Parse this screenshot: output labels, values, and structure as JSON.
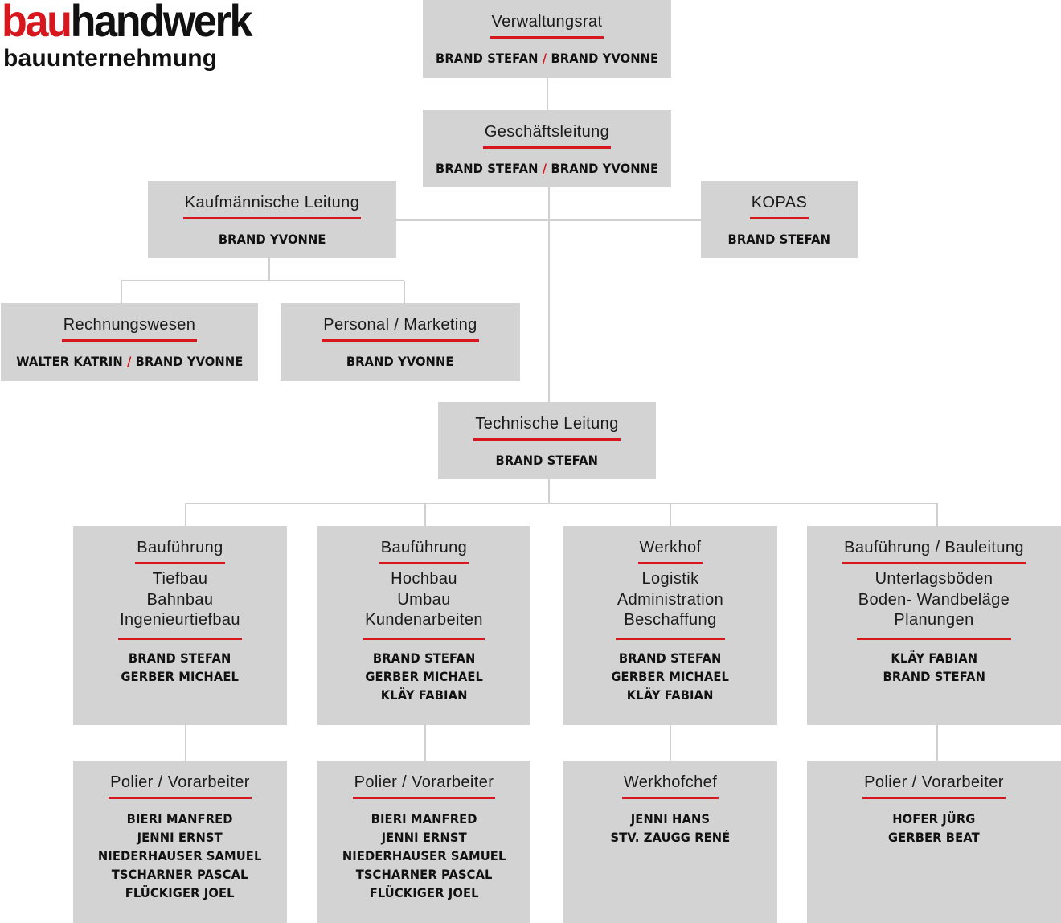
{
  "logo": {
    "top_red": "bau",
    "top_black": "handwerk",
    "bottom": "bauunternehmung"
  },
  "brand_colors": {
    "accent": "#d7161d",
    "box": "#d3d3d3",
    "line": "#d0d0d0"
  },
  "boxes": [
    {
      "id": "verwaltungsrat",
      "title": "Verwaltungsrat",
      "sub": [],
      "names": [
        [
          "BRAND STEFAN",
          "BRAND YVONNE"
        ]
      ]
    },
    {
      "id": "geschaeftsleitung",
      "title": "Geschäftsleitung",
      "sub": [],
      "names": [
        [
          "BRAND STEFAN",
          "BRAND YVONNE"
        ]
      ]
    },
    {
      "id": "kaufmaennische-leitung",
      "title": "Kaufmännische Leitung",
      "sub": [],
      "names": [
        [
          "BRAND YVONNE"
        ]
      ]
    },
    {
      "id": "kopas",
      "title": "KOPAS",
      "sub": [],
      "names": [
        [
          "BRAND STEFAN"
        ]
      ]
    },
    {
      "id": "rechnungswesen",
      "title": "Rechnungswesen",
      "sub": [],
      "names": [
        [
          "WALTER KATRIN",
          "BRAND YVONNE"
        ]
      ]
    },
    {
      "id": "personal-marketing",
      "title": "Personal / Marketing",
      "sub": [],
      "names": [
        [
          "BRAND YVONNE"
        ]
      ]
    },
    {
      "id": "technische-leitung",
      "title": "Technische Leitung",
      "sub": [],
      "names": [
        [
          "BRAND STEFAN"
        ]
      ]
    },
    {
      "id": "baufuehrung-tiefbau",
      "title": "Bauführung",
      "sub": [
        "Tiefbau",
        "Bahnbau",
        "Ingenieurtiefbau"
      ],
      "names": [
        [
          "BRAND STEFAN"
        ],
        [
          "GERBER MICHAEL"
        ]
      ]
    },
    {
      "id": "baufuehrung-hochbau",
      "title": "Bauführung",
      "sub": [
        "Hochbau",
        "Umbau",
        "Kundenarbeiten"
      ],
      "names": [
        [
          "BRAND STEFAN"
        ],
        [
          "GERBER MICHAEL"
        ],
        [
          "KLÄY FABIAN"
        ]
      ]
    },
    {
      "id": "werkhof",
      "title": "Werkhof",
      "sub": [
        "Logistik",
        "Administration",
        "Beschaffung"
      ],
      "names": [
        [
          "BRAND STEFAN"
        ],
        [
          "GERBER MICHAEL"
        ],
        [
          "KLÄY FABIAN"
        ]
      ]
    },
    {
      "id": "baufuehrung-bauleitung",
      "title": "Bauführung / Bauleitung",
      "sub": [
        "Unterlagsböden",
        "Boden- Wandbeläge",
        "Planungen"
      ],
      "names": [
        [
          "KLÄY FABIAN"
        ],
        [
          "BRAND STEFAN"
        ]
      ]
    },
    {
      "id": "polier-1",
      "title": "Polier / Vorarbeiter",
      "sub": [],
      "names": [
        [
          "BIERI MANFRED"
        ],
        [
          "JENNI ERNST"
        ],
        [
          "NIEDERHAUSER SAMUEL"
        ],
        [
          "TSCHARNER PASCAL"
        ],
        [
          "FLÜCKIGER JOEL"
        ]
      ]
    },
    {
      "id": "polier-2",
      "title": "Polier / Vorarbeiter",
      "sub": [],
      "names": [
        [
          "BIERI MANFRED"
        ],
        [
          "JENNI ERNST"
        ],
        [
          "NIEDERHAUSER SAMUEL"
        ],
        [
          "TSCHARNER PASCAL"
        ],
        [
          "FLÜCKIGER JOEL"
        ]
      ]
    },
    {
      "id": "werkhofchef",
      "title": "Werkhofchef",
      "sub": [],
      "names": [
        [
          "JENNI HANS"
        ],
        [
          "STV. ZAUGG RENÉ"
        ]
      ]
    },
    {
      "id": "polier-3",
      "title": "Polier / Vorarbeiter",
      "sub": [],
      "names": [
        [
          "HOFER JÜRG"
        ],
        [
          "GERBER BEAT"
        ]
      ]
    }
  ]
}
